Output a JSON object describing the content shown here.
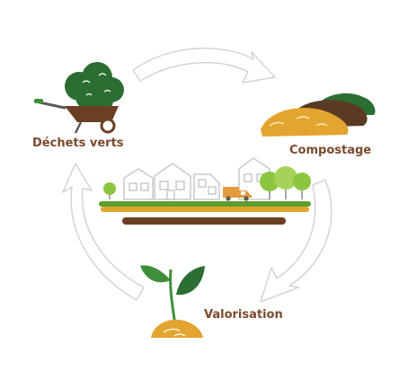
{
  "labels": {
    "green_waste": "Déchets verts",
    "composting": "Compostage",
    "valorisation": "Valorisation"
  },
  "colors": {
    "label_brown": "#7a4a2c",
    "arrow_fill": "#ffffff",
    "arrow_stroke": "#d3d3d3",
    "foliage_dark": "#2b6e33",
    "foliage_light": "#3f8f3a",
    "soil_brown": "#6b3f24",
    "compost_yellow": "#e3a530",
    "compost_dark": "#5b3a24",
    "grass_green": "#5aa02c",
    "truck_orange": "#e59a3b",
    "house_stroke": "#c9c9c9",
    "tree_green": "#8cc63f"
  },
  "icons": [
    "wheelbarrow-icon",
    "compost-pile-icon",
    "village-icon",
    "sprout-icon",
    "truck-icon"
  ]
}
